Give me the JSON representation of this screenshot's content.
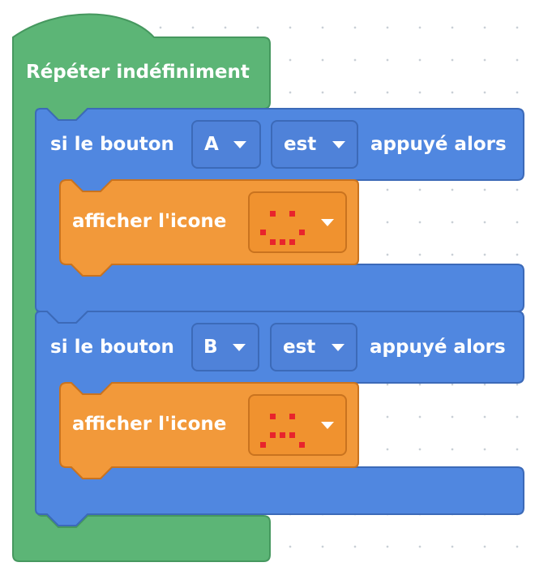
{
  "colors": {
    "control": "#5cb576",
    "logic": "#5087e0",
    "display": "#f2993a",
    "led": "#e8242c",
    "text": "#ffffff"
  },
  "forever": {
    "label": "Répéter indéfiniment"
  },
  "if_blocks": [
    {
      "prefix": "si le bouton",
      "button": "A",
      "state": "est",
      "suffix": "appuyé alors",
      "action": {
        "label": "afficher l'icone",
        "icon": "happy-face"
      }
    },
    {
      "prefix": "si le bouton",
      "button": "B",
      "state": "est",
      "suffix": "appuyé alors",
      "action": {
        "label": "afficher l'icone",
        "icon": "sad-face"
      }
    }
  ]
}
